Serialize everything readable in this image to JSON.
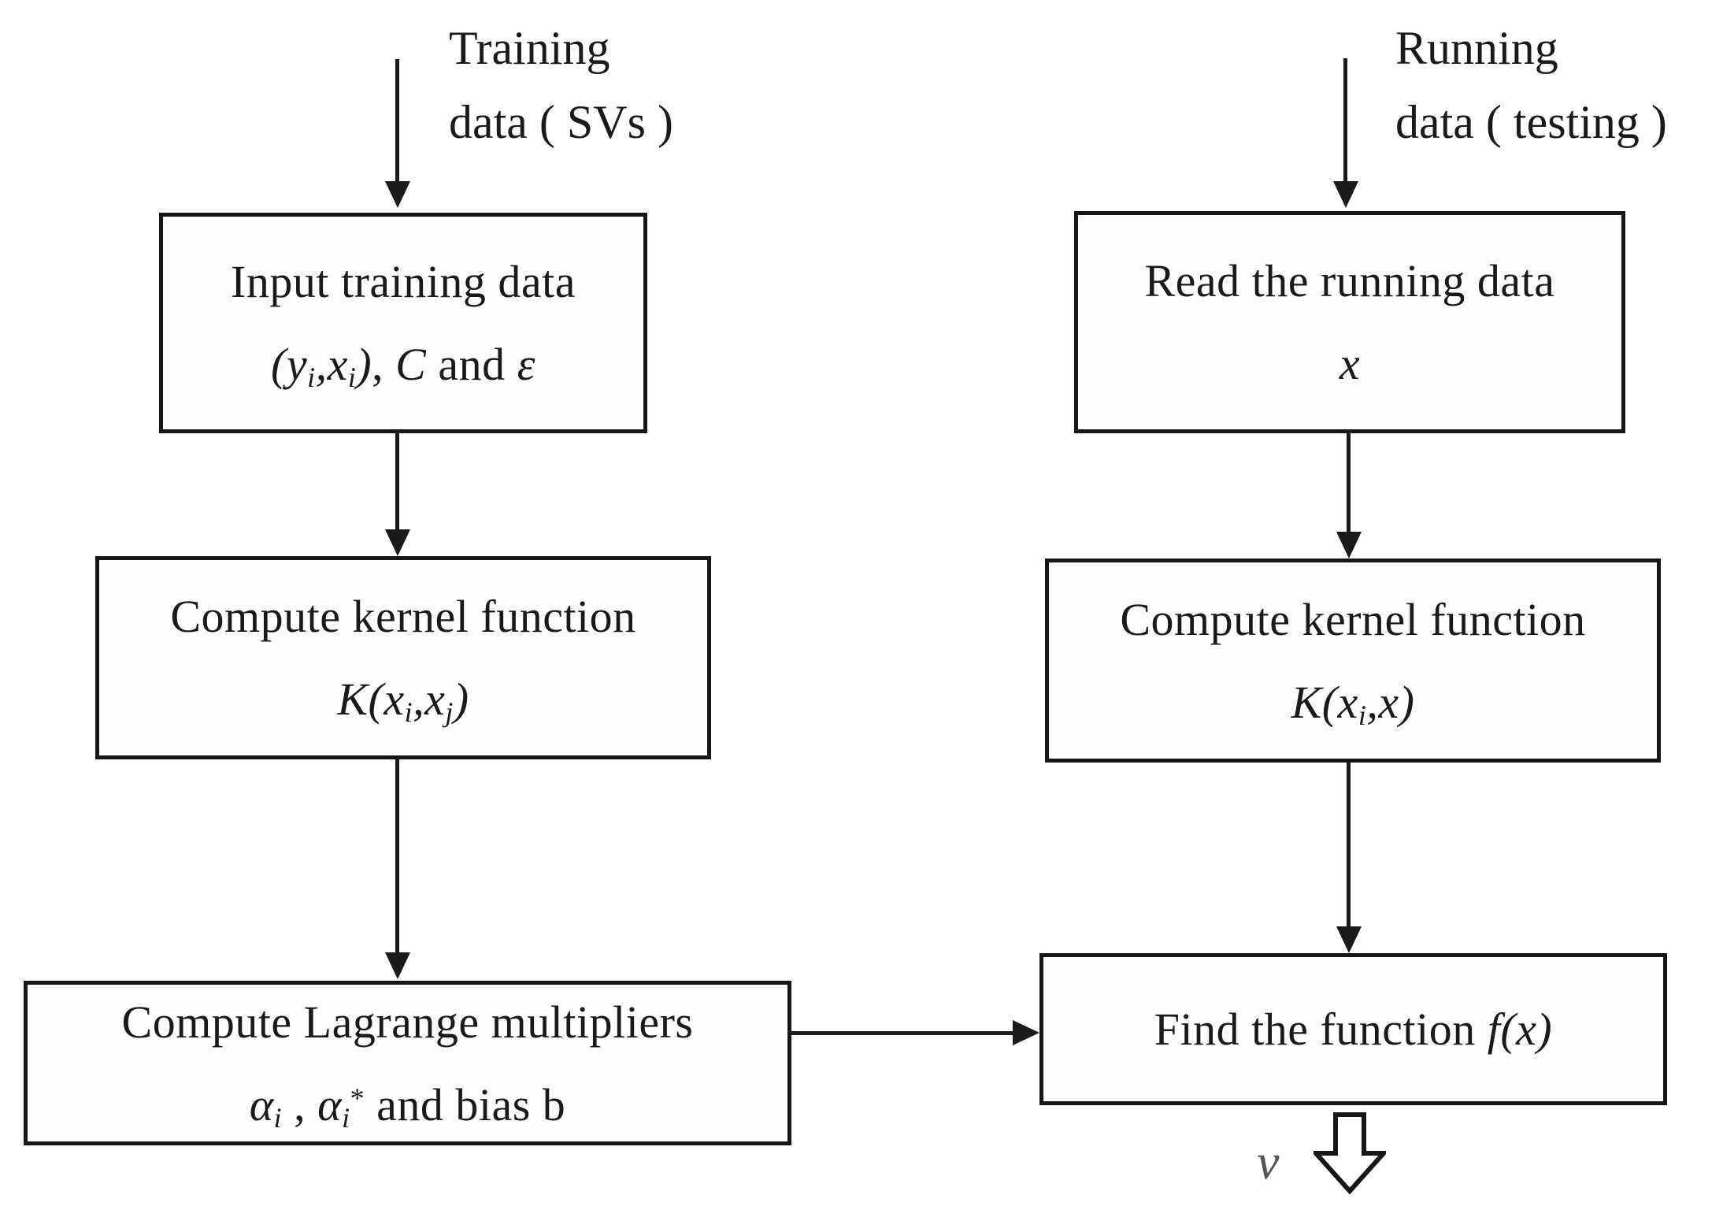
{
  "page": {
    "background": "#ffffff",
    "ink_color": "#1a1a1a",
    "border_color": "#161616",
    "nu_color": "#555555"
  },
  "left_flow": {
    "source": {
      "line1": "Training",
      "line2": "data ( SVs )"
    },
    "input_box": {
      "line1": "Input training data",
      "formula": [
        {
          "t": "(y",
          "i": true
        },
        {
          "t": "i",
          "i": true,
          "sub": true
        },
        {
          "t": ",x",
          "i": true
        },
        {
          "t": "i",
          "i": true,
          "sub": true
        },
        {
          "t": ")",
          "i": true
        },
        {
          "t": ", "
        },
        {
          "t": "C",
          "i": true
        },
        {
          "t": " and "
        },
        {
          "t": "ε",
          "i": true
        }
      ]
    },
    "kernel_box": {
      "line1": "Compute kernel function",
      "formula": [
        {
          "t": "K(x",
          "i": true
        },
        {
          "t": "i",
          "i": true,
          "sub": true
        },
        {
          "t": ",x",
          "i": true
        },
        {
          "t": "j",
          "i": true,
          "sub": true
        },
        {
          "t": ")",
          "i": true
        }
      ]
    },
    "lagrange_box": {
      "line1": "Compute Lagrange multipliers",
      "formula": [
        {
          "t": "α",
          "i": true
        },
        {
          "t": "i",
          "i": true,
          "sub": true
        },
        {
          "t": " , "
        },
        {
          "t": "α",
          "i": true
        },
        {
          "t": "i",
          "i": true,
          "sub": true
        },
        {
          "t": "*",
          "sup": true
        },
        {
          "t": "  and bias b"
        }
      ]
    }
  },
  "right_flow": {
    "source": {
      "line1": "Running",
      "line2": "data ( testing )"
    },
    "read_box": {
      "line1": "Read the running data",
      "formula": [
        {
          "t": "x",
          "i": true
        }
      ]
    },
    "kernel_box": {
      "line1": "Compute kernel function",
      "formula": [
        {
          "t": "K(x",
          "i": true
        },
        {
          "t": "i",
          "i": true,
          "sub": true
        },
        {
          "t": ",x)",
          "i": true
        }
      ]
    },
    "find_box": {
      "formula": [
        {
          "t": "Find the function "
        },
        {
          "t": "f(x)",
          "i": true
        }
      ]
    }
  },
  "output_symbol": "ν"
}
